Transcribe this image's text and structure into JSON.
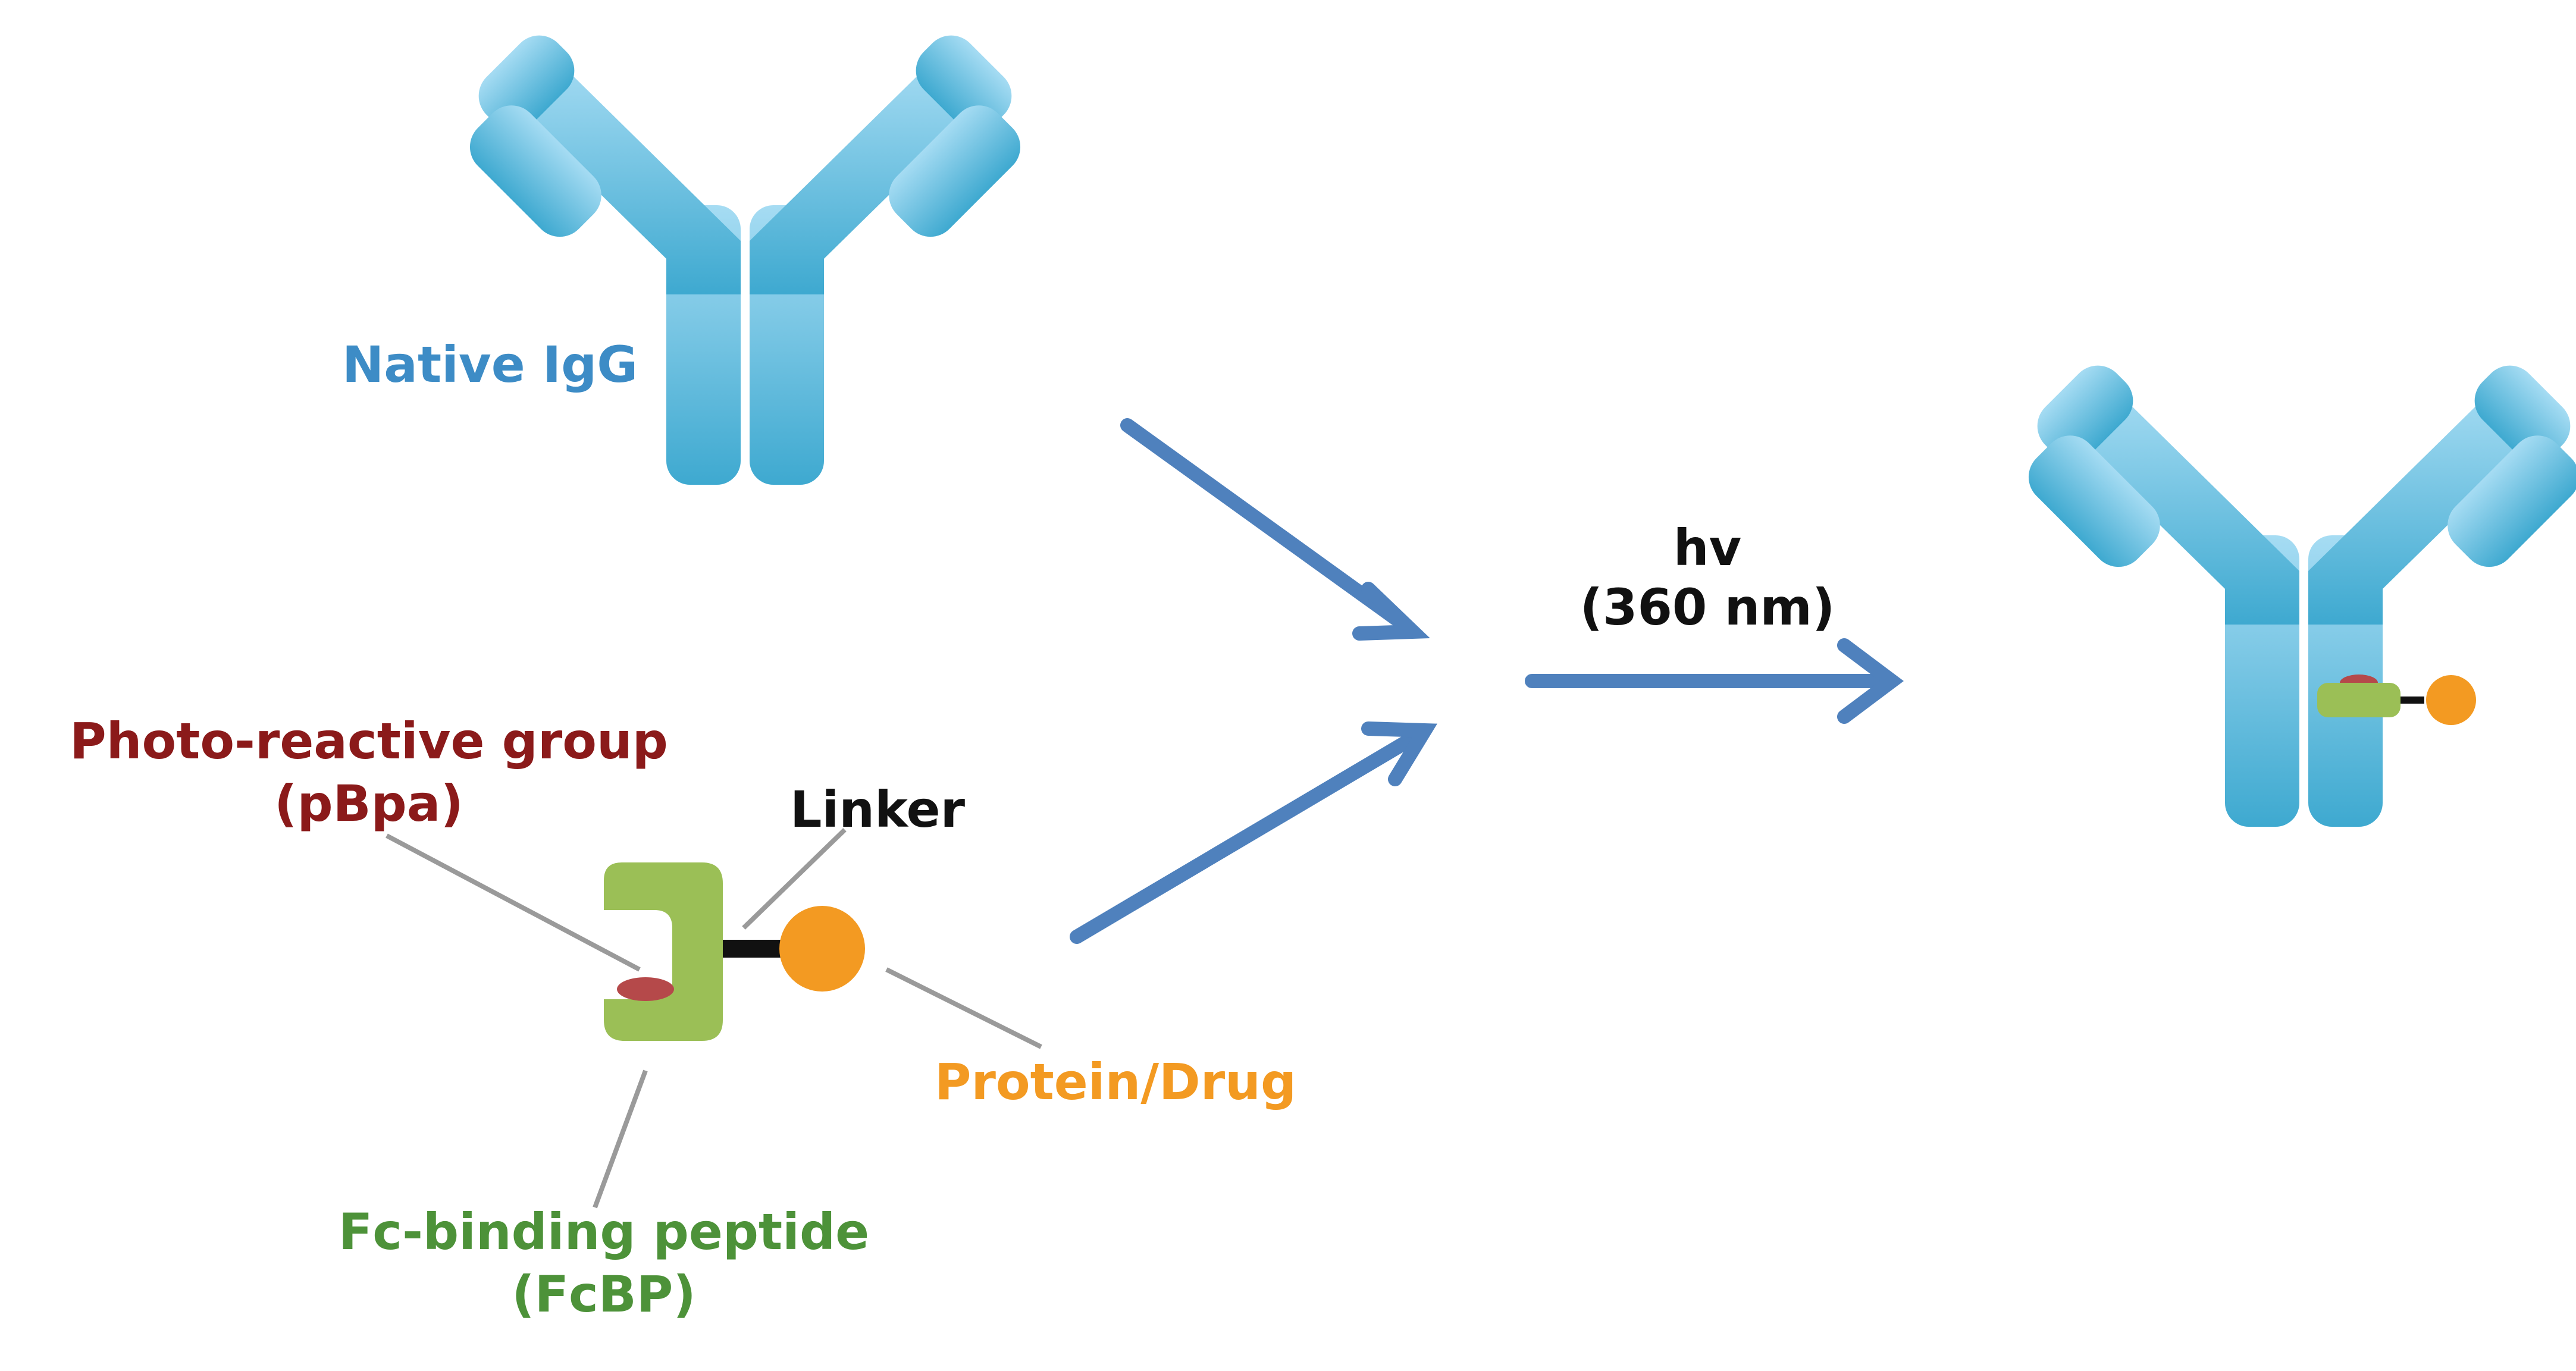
{
  "labels": {
    "native_igg": "Native IgG",
    "photo_reactive_line1": "Photo-reactive group",
    "photo_reactive_line2": "(pBpa)",
    "linker": "Linker",
    "protein_drug": "Protein/Drug",
    "fcbp_line1": "Fc-binding peptide",
    "fcbp_line2": "(FcBP)",
    "hv": "hv",
    "wavelength": "(360 nm)"
  },
  "colors": {
    "antibody_light": "#a6dcf3",
    "antibody_dark": "#3ea9d0",
    "peptide_green": "#9bbf56",
    "photo_red": "#b5494a",
    "drug_orange": "#f39a22",
    "arrow_blue": "#4f81bd",
    "native_label": "#3d8cc6",
    "photo_label": "#8b1a1a",
    "fcbp_label": "#4d9239",
    "drug_label": "#f39a22",
    "leader_gray": "#9a9a9a",
    "text_black": "#111111"
  }
}
